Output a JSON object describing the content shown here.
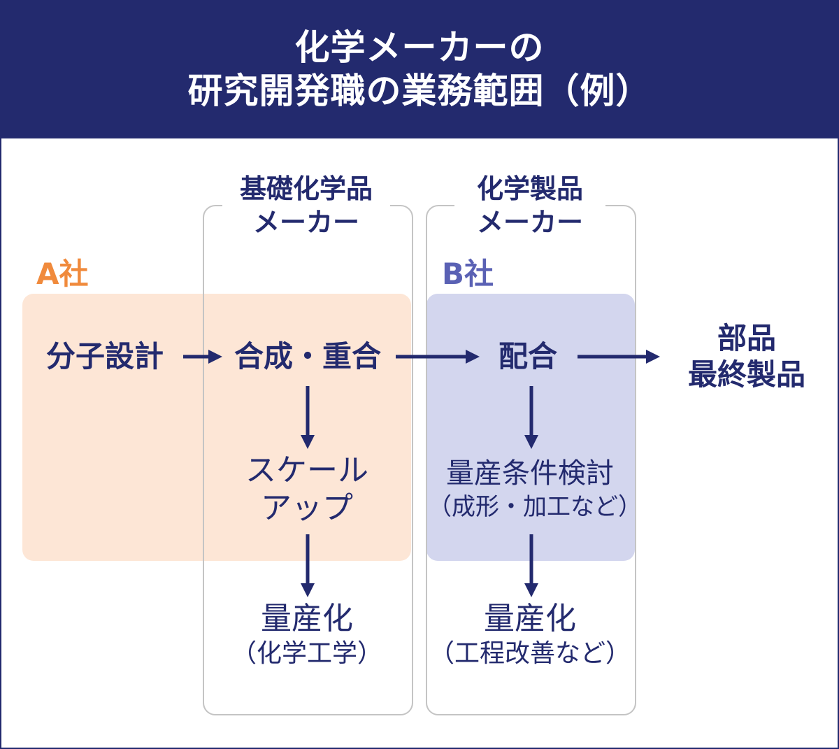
{
  "title": {
    "line1": "化学メーカーの",
    "line2": "研究開発職の業務範囲（例）"
  },
  "columns": {
    "basic": {
      "label_line1": "基礎化学品",
      "label_line2": "メーカー"
    },
    "product": {
      "label_line1": "化学製品",
      "label_line2": "メーカー"
    }
  },
  "companies": {
    "a": {
      "label": "A社",
      "color": "#f08a3c",
      "fill": "#fde6d6"
    },
    "b": {
      "label": "B社",
      "color": "#5a61b4",
      "fill": "#d3d6ee"
    }
  },
  "steps": {
    "molecular_design": "分子設計",
    "synthesis": "合成・重合",
    "compounding": "配合",
    "final": {
      "line1": "部品",
      "line2": "最終製品"
    },
    "scaleup": {
      "line1": "スケール",
      "line2": "アップ"
    },
    "mass_cond": {
      "line1": "量産条件検討",
      "line2": "（成形・加工など）"
    },
    "mass_a": {
      "line1": "量産化",
      "line2": "（化学工学）"
    },
    "mass_b": {
      "line1": "量産化",
      "line2": "（工程改善など）"
    }
  },
  "colors": {
    "navy": "#232a6e",
    "border_gray": "#c4c4c4"
  }
}
